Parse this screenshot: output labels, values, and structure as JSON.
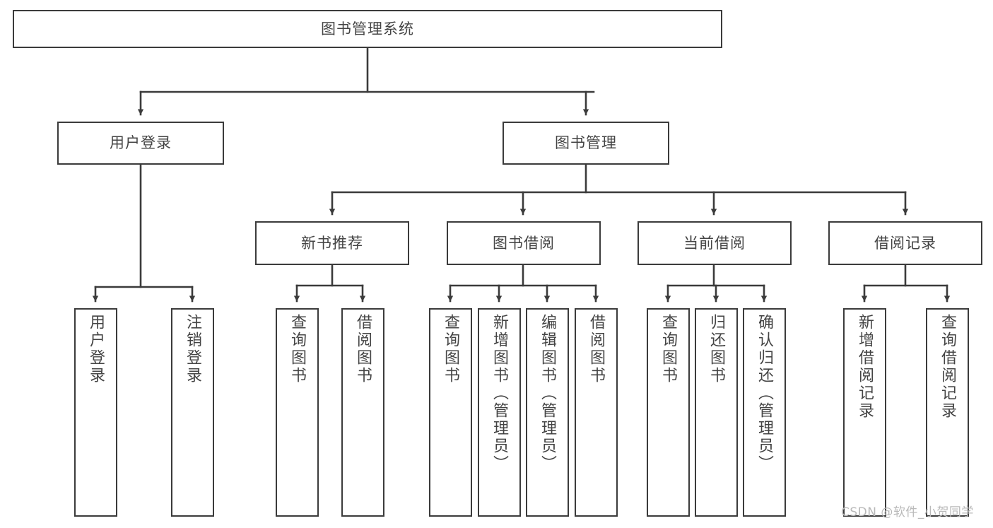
{
  "diagram": {
    "type": "tree-structure-chart",
    "title": "图书管理系统",
    "watermark": "CSDN @软件_小贺同学",
    "style": {
      "box_border_color": "#3b3b3b",
      "box_fill": "#ffffff",
      "edge_color": "#3b3b3b",
      "text_color": "#444444",
      "watermark_color": "#b9b9b9"
    }
  },
  "nodes": {
    "root": {
      "label": "图书管理系统"
    },
    "level2": [
      {
        "id": "user-login",
        "label": "用户登录"
      },
      {
        "id": "book-manage",
        "label": "图书管理"
      }
    ],
    "level3": [
      {
        "id": "new-book-rec",
        "label": "新书推荐"
      },
      {
        "id": "book-borrow",
        "label": "图书借阅"
      },
      {
        "id": "current-borrow",
        "label": "当前借阅"
      },
      {
        "id": "borrow-record",
        "label": "借阅记录"
      }
    ],
    "leaves": [
      {
        "id": "leaf-user-login",
        "label": "用户登录",
        "parent": "user-login"
      },
      {
        "id": "leaf-user-logout",
        "label": "注销登录",
        "parent": "user-login"
      },
      {
        "id": "leaf-query-book-1",
        "label": "查询图书",
        "parent": "new-book-rec"
      },
      {
        "id": "leaf-borrow-book-1",
        "label": "借阅图书",
        "parent": "new-book-rec"
      },
      {
        "id": "leaf-query-book-2",
        "label": "查询图书",
        "parent": "book-borrow"
      },
      {
        "id": "leaf-add-book",
        "label": "新增图书（管理员）",
        "parent": "book-borrow"
      },
      {
        "id": "leaf-edit-book",
        "label": "编辑图书（管理员）",
        "parent": "book-borrow"
      },
      {
        "id": "leaf-borrow-book-2",
        "label": "借阅图书",
        "parent": "book-borrow"
      },
      {
        "id": "leaf-query-book-3",
        "label": "查询图书",
        "parent": "current-borrow"
      },
      {
        "id": "leaf-return-book",
        "label": "归还图书",
        "parent": "current-borrow"
      },
      {
        "id": "leaf-confirm-return",
        "label": "确认归还（管理员）",
        "parent": "current-borrow"
      },
      {
        "id": "leaf-add-record",
        "label": "新增借阅记录",
        "parent": "borrow-record"
      },
      {
        "id": "leaf-query-record",
        "label": "查询借阅记录",
        "parent": "borrow-record"
      }
    ]
  }
}
